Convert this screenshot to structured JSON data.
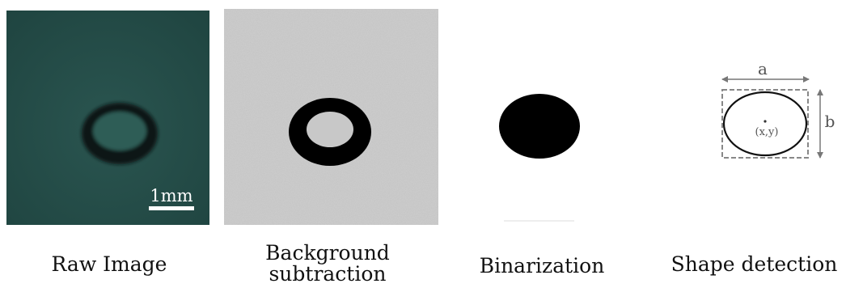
{
  "panels": [
    {
      "id": "raw",
      "caption_lines": [
        "Raw Image"
      ],
      "scale_bar_label": "1mm"
    },
    {
      "id": "background",
      "caption_lines": [
        "Background",
        "subtraction"
      ]
    },
    {
      "id": "binarization",
      "caption_lines": [
        "Binarization"
      ]
    },
    {
      "id": "shape",
      "caption_lines": [
        "Shape detection"
      ],
      "width_label": "a",
      "height_label": "b",
      "center_label": "(x,y)"
    }
  ],
  "colors": {
    "raw_background": "#244b47",
    "raw_ring": "#0d1614",
    "raw_inner": "#2e5a55",
    "background_gray": "#c3c3c3",
    "blob": "#000000",
    "dashed_box": "#888888",
    "arrow": "#777777"
  }
}
